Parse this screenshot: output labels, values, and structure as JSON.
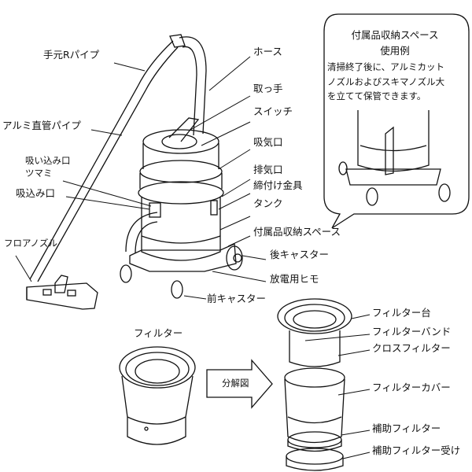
{
  "labels": {
    "hand_r_pipe": "手元Rパイプ",
    "alumi_pipe": "アルミ直管パイプ",
    "intake_knob_1": "吸い込み口",
    "intake_knob_2": "ツマミ",
    "intake": "吸込み口",
    "floor_nozzle": "フロアノズル",
    "hose": "ホース",
    "handle": "取っ手",
    "switch": "スイッチ",
    "air_inlet": "吸気口",
    "exhaust": "排気口",
    "clamp": "締付け金具",
    "tank": "タンク",
    "accessory_space": "付属品収納スペース",
    "rear_caster": "後キャスター",
    "discharge_string": "放電用ヒモ",
    "front_caster": "前キャスター"
  },
  "callout": {
    "title_1": "付属品収納スペース",
    "title_2": "使用例",
    "body": [
      "清掃終了後に、アルミカット",
      "ノズルおよびスキマノズル大",
      "を立てて保管できます。"
    ]
  },
  "filter": {
    "title": "フィルター",
    "arrow_label": "分解図",
    "parts": {
      "base": "フィルター台",
      "band": "フィルターバンド",
      "cloth": "クロスフィルター",
      "cover": "フィルターカバー",
      "aux": "補助フィルター",
      "aux_holder": "補助フィルター受け"
    }
  }
}
